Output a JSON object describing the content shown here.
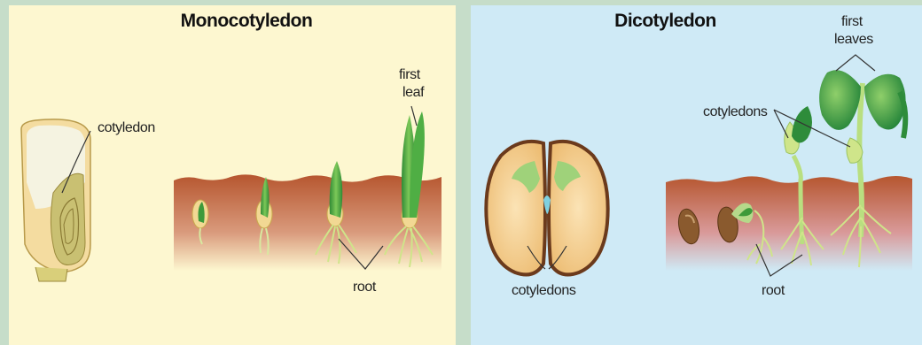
{
  "mono": {
    "title": "Monocotyledon",
    "labels": {
      "cotyledon": "cotyledon",
      "first_leaf_line1": "first",
      "first_leaf_line2": "leaf",
      "root": "root"
    }
  },
  "dicot": {
    "title": "Dicotyledon",
    "labels": {
      "first_leaves_line1": "first",
      "first_leaves_line2": "leaves",
      "cotyledons_top": "cotyledons",
      "cotyledons_seed": "cotyledons",
      "root": "root"
    }
  },
  "colors": {
    "background": "#c6ddc9",
    "mono_panel": "#fdf7d0",
    "dicot_panel": "#cfeaf6",
    "soil_top": "#b5542d",
    "leaf_green": "#3c9a3c",
    "root_green": "#cfe58a"
  }
}
